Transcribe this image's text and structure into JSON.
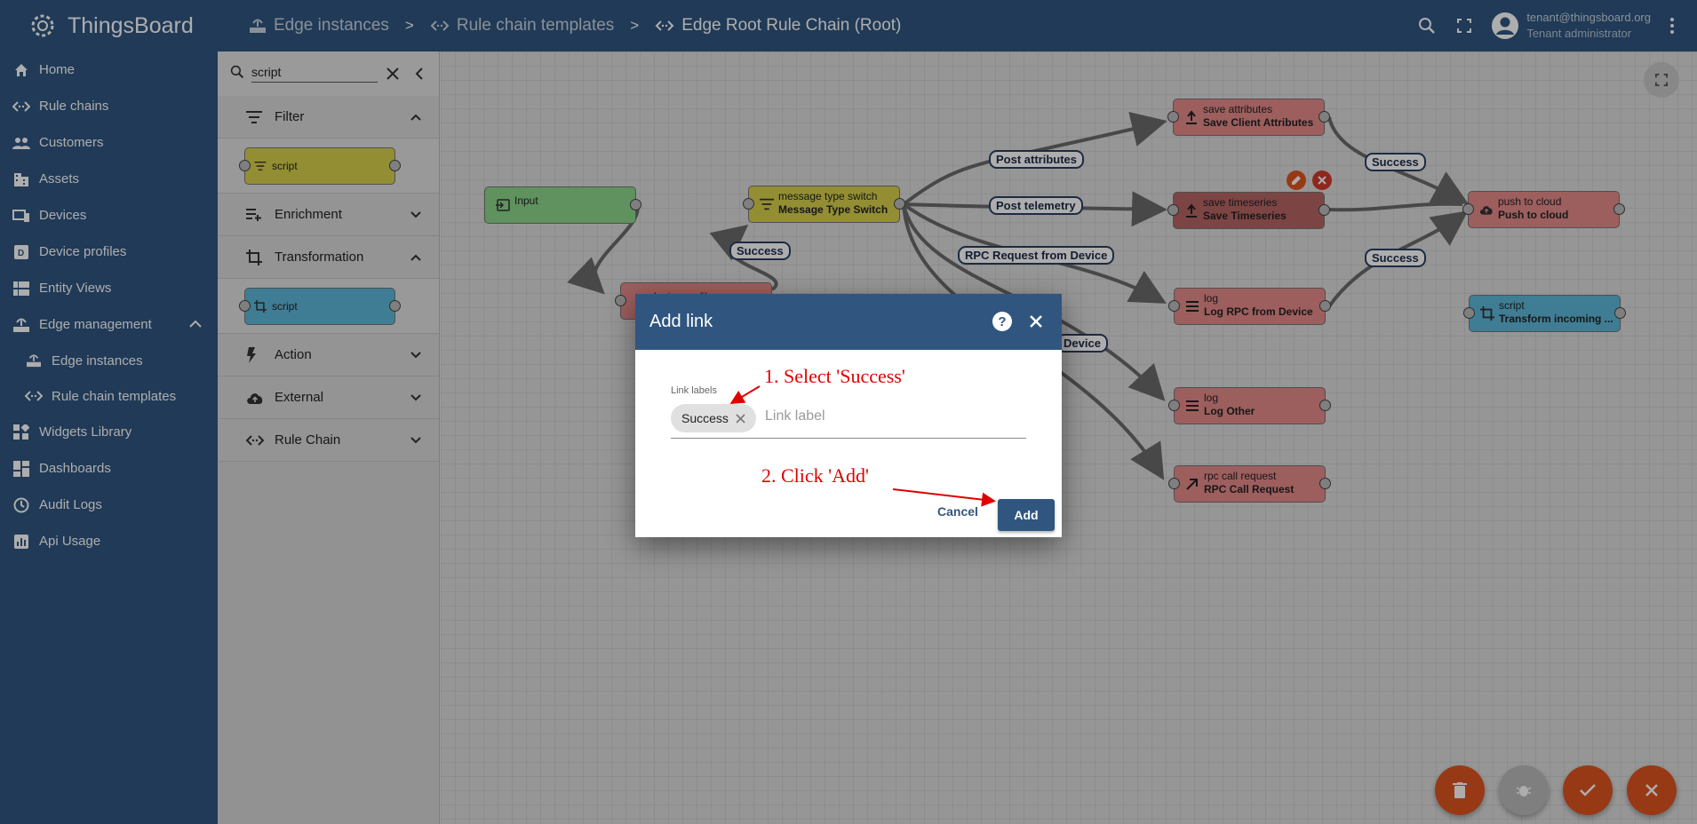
{
  "app": {
    "title": "ThingsBoard"
  },
  "header": {
    "breadcrumbs": [
      {
        "label": "Edge instances"
      },
      {
        "label": "Rule chain templates"
      },
      {
        "label": "Edge Root Rule Chain (Root)"
      }
    ],
    "separator": ">",
    "user": {
      "email": "tenant@thingsboard.org",
      "role": "Tenant administrator"
    }
  },
  "sidebar": {
    "items": [
      {
        "label": "Home",
        "icon": "home-icon"
      },
      {
        "label": "Rule chains",
        "icon": "code-icon"
      },
      {
        "label": "Customers",
        "icon": "people-icon"
      },
      {
        "label": "Assets",
        "icon": "domain-icon"
      },
      {
        "label": "Devices",
        "icon": "devices-icon"
      },
      {
        "label": "Device profiles",
        "icon": "profile-icon"
      },
      {
        "label": "Entity Views",
        "icon": "view-icon"
      },
      {
        "label": "Edge management",
        "icon": "router-icon"
      },
      {
        "label": "Edge instances",
        "icon": "router-icon"
      },
      {
        "label": "Rule chain templates",
        "icon": "code-icon"
      },
      {
        "label": "Widgets Library",
        "icon": "widgets-icon"
      },
      {
        "label": "Dashboards",
        "icon": "dashboard-icon"
      },
      {
        "label": "Audit Logs",
        "icon": "audit-icon"
      },
      {
        "label": "Api Usage",
        "icon": "chart-icon"
      }
    ]
  },
  "palette": {
    "search_value": "script",
    "sections": [
      {
        "label": "Filter",
        "expanded": true,
        "node_label": "script"
      },
      {
        "label": "Enrichment",
        "expanded": false
      },
      {
        "label": "Transformation",
        "expanded": true,
        "node_label": "script"
      },
      {
        "label": "Action",
        "expanded": false
      },
      {
        "label": "External",
        "expanded": false
      },
      {
        "label": "Rule Chain",
        "expanded": false
      }
    ]
  },
  "canvas": {
    "nodes": {
      "input": {
        "type": "Input"
      },
      "switch": {
        "type": "message type switch",
        "name": "Message Type Switch"
      },
      "device_profile": {
        "type": "device profile"
      },
      "save_attr": {
        "type": "save attributes",
        "name": "Save Client Attributes"
      },
      "save_ts": {
        "type": "save timeseries",
        "name": "Save Timeseries"
      },
      "log_rpc": {
        "type": "log",
        "name": "Log RPC from Device"
      },
      "log_other": {
        "type": "log",
        "name": "Log Other"
      },
      "rpc_call": {
        "type": "rpc call request",
        "name": "RPC Call Request"
      },
      "push": {
        "type": "push to cloud",
        "name": "Push to cloud"
      },
      "script": {
        "type": "script",
        "name": "Transform incoming ..."
      }
    },
    "edge_labels": {
      "post_attributes": "Post attributes",
      "post_telemetry": "Post telemetry",
      "rpc_request": "RPC Request from Device",
      "rpc_partial": "Device",
      "success1": "Success",
      "success2": "Success",
      "success3": "Success"
    }
  },
  "dialog": {
    "title": "Add link",
    "field_label": "Link labels",
    "chip": "Success",
    "placeholder": "Link label",
    "annotation_1": "1. Select 'Success'",
    "annotation_2": "2. Click 'Add'",
    "cancel": "Cancel",
    "add": "Add"
  },
  "colors": {
    "primary": "#305680",
    "fab_orange": "#e0541f",
    "annotation": "#e00000"
  }
}
